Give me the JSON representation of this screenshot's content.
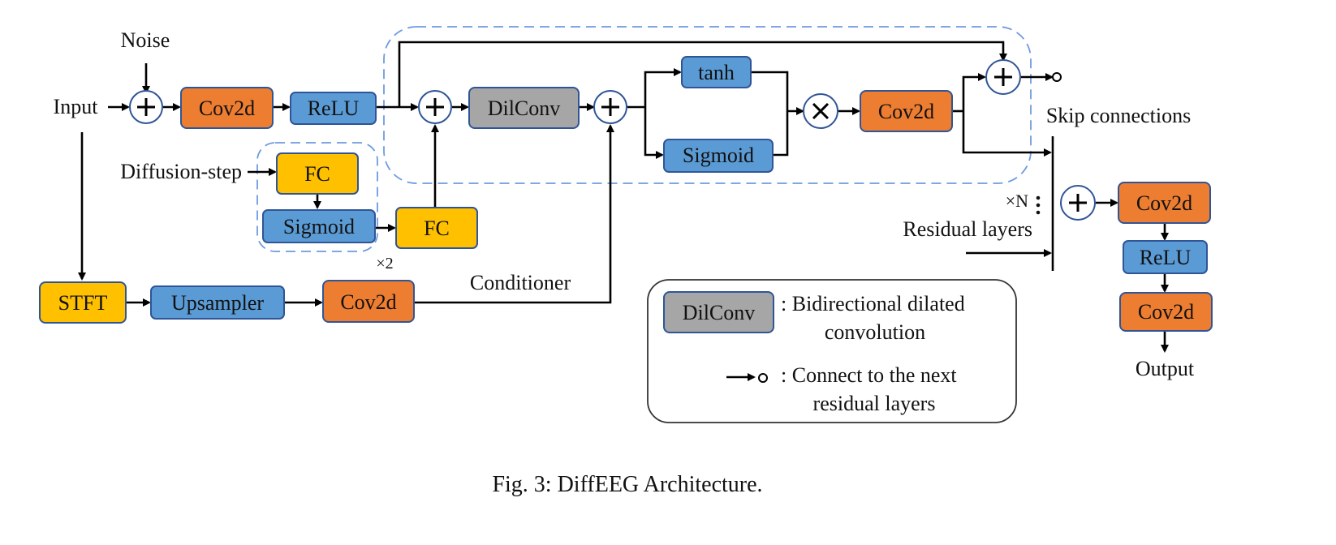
{
  "colors": {
    "orange": "#ed7d31",
    "blue": "#5b9bd5",
    "yellow": "#ffc000",
    "gray": "#a6a6a6",
    "border": "#2f5597",
    "dashed_group": "#6f9be0",
    "line": "#000000"
  },
  "inputs": {
    "input": "Input",
    "noise": "Noise",
    "diffusion_step": "Diffusion-step"
  },
  "main_path": {
    "conv_in": "Cov2d",
    "relu_in": "ReLU"
  },
  "diffusion_embedding": {
    "fc1": "FC",
    "sigmoid": "Sigmoid",
    "fc2": "FC",
    "repeat_label": "×2"
  },
  "conditioner": {
    "stft": "STFT",
    "upsampler": "Upsampler",
    "conv": "Cov2d",
    "label": "Conditioner"
  },
  "residual_layer": {
    "dilconv": "DilConv",
    "tanh": "tanh",
    "sigmoid": "Sigmoid",
    "conv": "Cov2d",
    "repeat_label": "×N",
    "label": "Residual layers",
    "skip_label": "Skip connections"
  },
  "operators": {
    "add": "+",
    "multiply": "×"
  },
  "output_path": {
    "conv1": "Cov2d",
    "relu": "ReLU",
    "conv2": "Cov2d",
    "label": "Output"
  },
  "legend": {
    "dilconv_sample": "DilConv",
    "dilconv_desc_line1": ": Bidirectional dilated",
    "dilconv_desc_line2": "convolution",
    "connector_desc_line1": ": Connect to the next",
    "connector_desc_line2": "residual layers"
  },
  "caption": "Fig. 3: DiffEEG Architecture."
}
